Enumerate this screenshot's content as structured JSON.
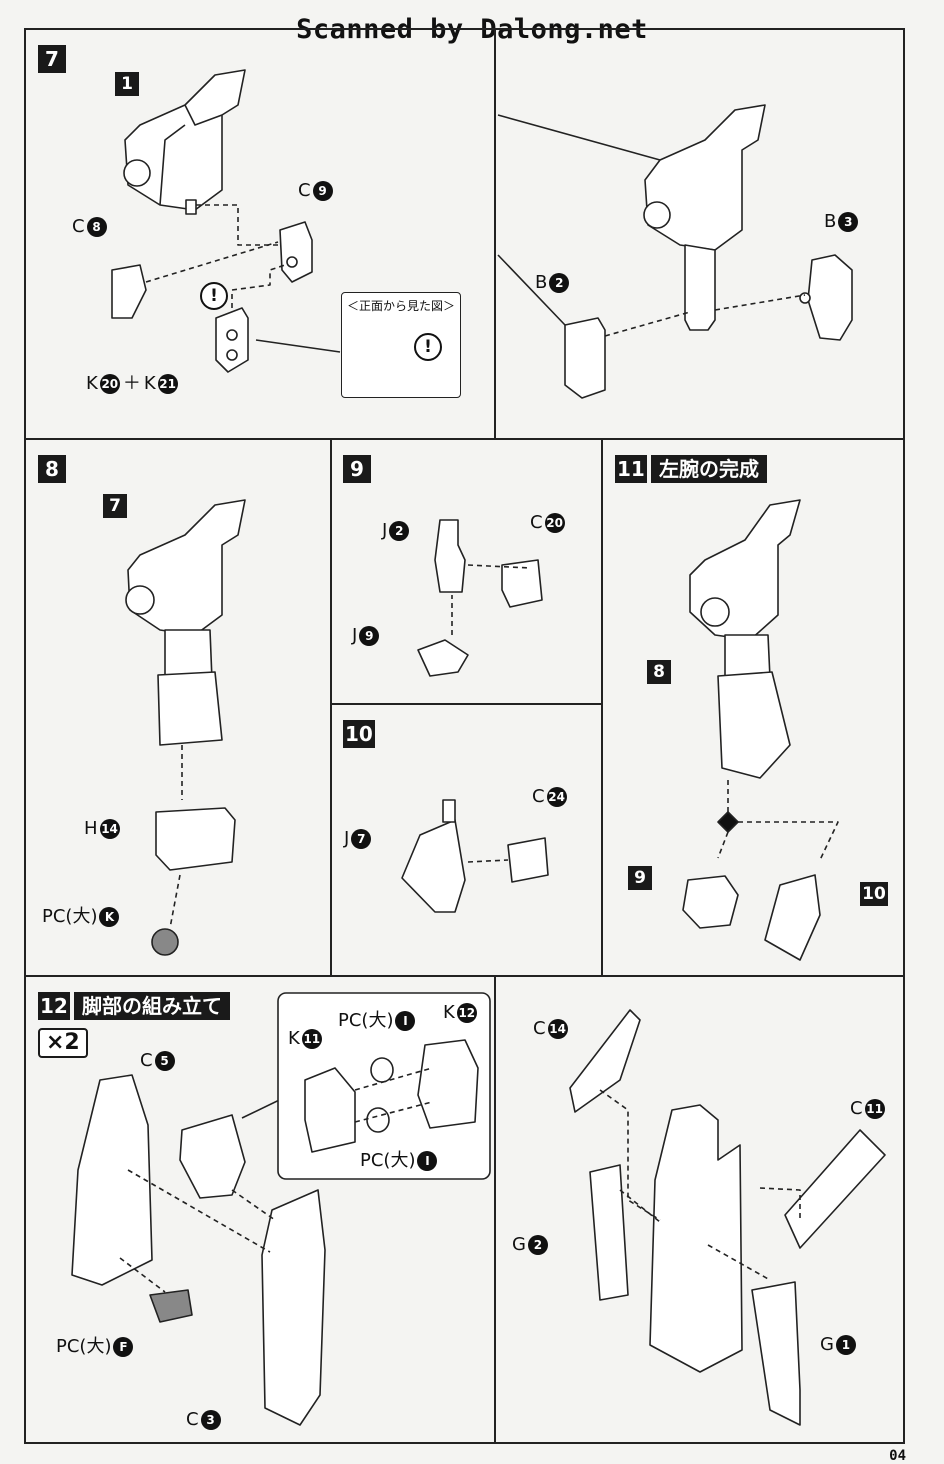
{
  "watermark": "Scanned by Dalong.net",
  "page_number": "04",
  "steps": {
    "s7": {
      "number": "7",
      "ref": "1",
      "parts": {
        "c8": {
          "letter": "C",
          "num": "8"
        },
        "c9": {
          "letter": "C",
          "num": "9"
        },
        "k20": {
          "letter": "K",
          "num": "20"
        },
        "plus": "＋",
        "k21": {
          "letter": "K",
          "num": "21"
        },
        "b2": {
          "letter": "B",
          "num": "2"
        },
        "b3": {
          "letter": "B",
          "num": "3"
        }
      },
      "caution": "!",
      "note_caption": "＜正面から見た図＞"
    },
    "s8": {
      "number": "8",
      "ref": "7",
      "parts": {
        "h14": {
          "letter": "H",
          "num": "14"
        },
        "pck": {
          "letter": "PC(大)",
          "num": "K"
        }
      }
    },
    "s9": {
      "number": "9",
      "parts": {
        "j2": {
          "letter": "J",
          "num": "2"
        },
        "c20": {
          "letter": "C",
          "num": "20"
        },
        "j9": {
          "letter": "J",
          "num": "9"
        }
      }
    },
    "s10": {
      "number": "10",
      "parts": {
        "j7": {
          "letter": "J",
          "num": "7"
        },
        "c24": {
          "letter": "C",
          "num": "24"
        }
      }
    },
    "s11": {
      "number": "11",
      "title": "左腕の完成",
      "ref8": "8",
      "ref9": "9",
      "ref10": "10"
    },
    "s12": {
      "number": "12",
      "title": "脚部の組み立て",
      "multiplier": "×2",
      "parts": {
        "c5": {
          "letter": "C",
          "num": "5"
        },
        "pcf": {
          "letter": "PC(大)",
          "num": "F"
        },
        "c3": {
          "letter": "C",
          "num": "3"
        },
        "k11": {
          "letter": "K",
          "num": "11"
        },
        "k12": {
          "letter": "K",
          "num": "12"
        },
        "pci1": {
          "letter": "PC(大)",
          "num": "I"
        },
        "pci2": {
          "letter": "PC(大)",
          "num": "I"
        },
        "c14": {
          "letter": "C",
          "num": "14"
        },
        "c11": {
          "letter": "C",
          "num": "11"
        },
        "g2": {
          "letter": "G",
          "num": "2"
        },
        "g1": {
          "letter": "G",
          "num": "1"
        }
      }
    }
  }
}
